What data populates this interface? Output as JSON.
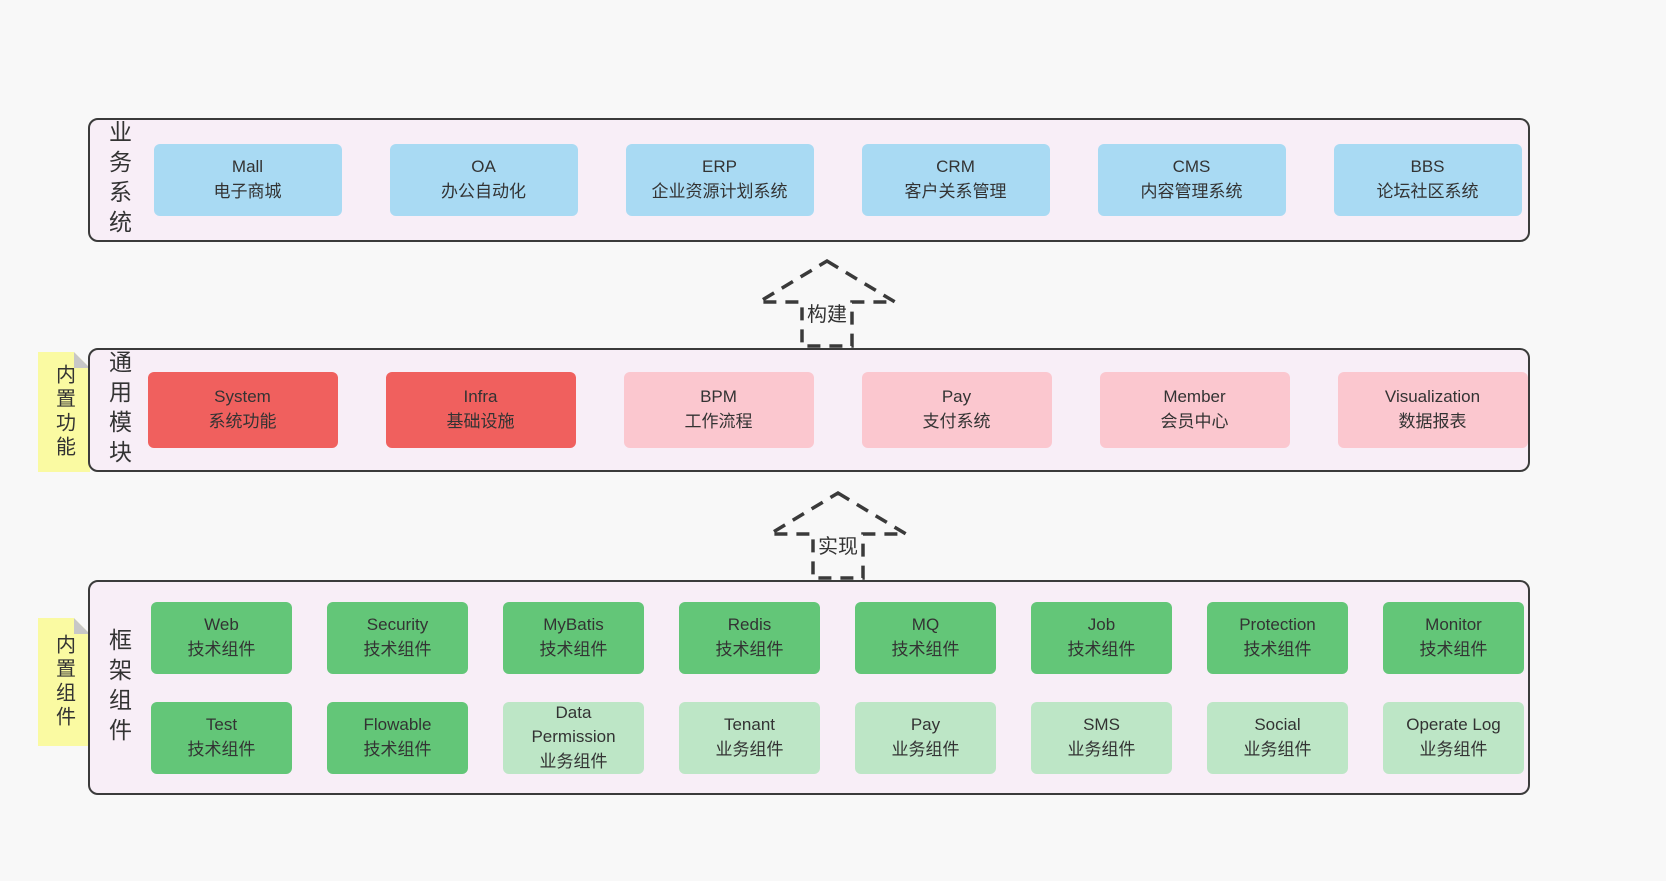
{
  "diagram": {
    "colors": {
      "blue": "#a9daf3",
      "red": "#f0605e",
      "pink": "#fbc7cf",
      "green": "#63c678",
      "lightgreen": "#bde6c6",
      "band_bg": "#f8eef7",
      "sticky": "#fafaa2",
      "page_bg": "#f8f8f8",
      "border": "#3b3b3b"
    },
    "arrows": [
      {
        "label": "构建"
      },
      {
        "label": "实现"
      }
    ],
    "bands": [
      {
        "key": "business-systems",
        "side_label": "业务系统",
        "sticky_label": null,
        "rows": [
          [
            {
              "name": "Mall",
              "desc": "电子商城",
              "variant": "blue"
            },
            {
              "name": "OA",
              "desc": "办公自动化",
              "variant": "blue"
            },
            {
              "name": "ERP",
              "desc": "企业资源计划系统",
              "variant": "blue"
            },
            {
              "name": "CRM",
              "desc": "客户关系管理",
              "variant": "blue"
            },
            {
              "name": "CMS",
              "desc": "内容管理系统",
              "variant": "blue"
            },
            {
              "name": "BBS",
              "desc": "论坛社区系统",
              "variant": "blue"
            }
          ]
        ]
      },
      {
        "key": "common-modules",
        "side_label": "通用模块",
        "sticky_label": "内置功能",
        "rows": [
          [
            {
              "name": "System",
              "desc": "系统功能",
              "variant": "red"
            },
            {
              "name": "Infra",
              "desc": "基础设施",
              "variant": "red"
            },
            {
              "name": "BPM",
              "desc": "工作流程",
              "variant": "pink"
            },
            {
              "name": "Pay",
              "desc": "支付系统",
              "variant": "pink"
            },
            {
              "name": "Member",
              "desc": "会员中心",
              "variant": "pink"
            },
            {
              "name": "Visualization",
              "desc": "数据报表",
              "variant": "pink"
            }
          ]
        ]
      },
      {
        "key": "framework-components",
        "side_label": "框架组件",
        "sticky_label": "内置组件",
        "rows": [
          [
            {
              "name": "Web",
              "desc": "技术组件",
              "variant": "green"
            },
            {
              "name": "Security",
              "desc": "技术组件",
              "variant": "green"
            },
            {
              "name": "MyBatis",
              "desc": "技术组件",
              "variant": "green"
            },
            {
              "name": "Redis",
              "desc": "技术组件",
              "variant": "green"
            },
            {
              "name": "MQ",
              "desc": "技术组件",
              "variant": "green"
            },
            {
              "name": "Job",
              "desc": "技术组件",
              "variant": "green"
            },
            {
              "name": "Protection",
              "desc": "技术组件",
              "variant": "green"
            },
            {
              "name": "Monitor",
              "desc": "技术组件",
              "variant": "green"
            }
          ],
          [
            {
              "name": "Test",
              "desc": "技术组件",
              "variant": "green"
            },
            {
              "name": "Flowable",
              "desc": "技术组件",
              "variant": "green"
            },
            {
              "name": "Data Permission",
              "desc": "业务组件",
              "variant": "lightgreen"
            },
            {
              "name": "Tenant",
              "desc": "业务组件",
              "variant": "lightgreen"
            },
            {
              "name": "Pay",
              "desc": "业务组件",
              "variant": "lightgreen"
            },
            {
              "name": "SMS",
              "desc": "业务组件",
              "variant": "lightgreen"
            },
            {
              "name": "Social",
              "desc": "业务组件",
              "variant": "lightgreen"
            },
            {
              "name": "Operate Log",
              "desc": "业务组件",
              "variant": "lightgreen"
            }
          ]
        ]
      }
    ]
  }
}
